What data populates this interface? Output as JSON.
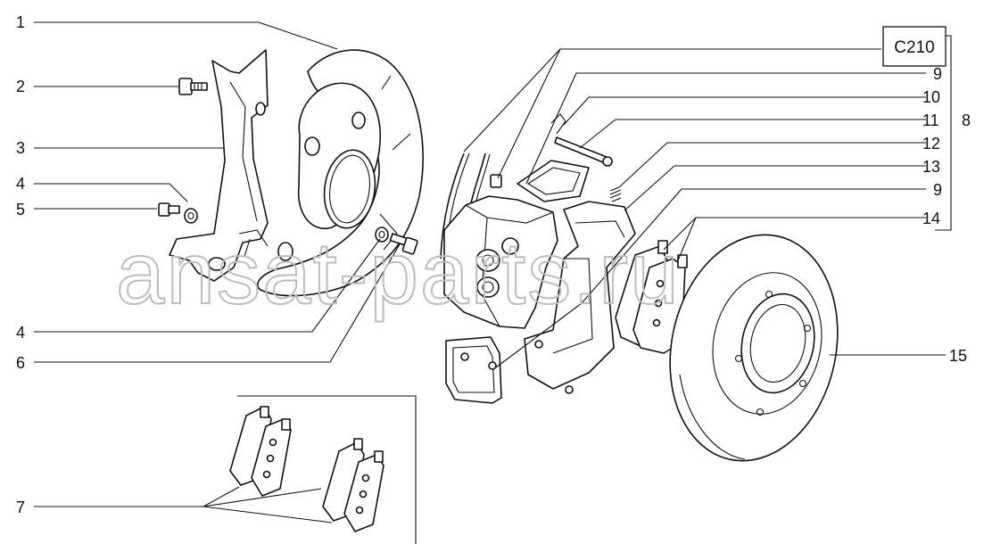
{
  "diagram": {
    "section_code": "C210",
    "watermark": "ansat-parts.ru",
    "callouts": {
      "c1": "1",
      "c2": "2",
      "c3": "3",
      "c4a": "4",
      "c5": "5",
      "c4b": "4",
      "c6": "6",
      "c7": "7",
      "c8": "8",
      "c9a": "9",
      "c10": "10",
      "c11": "11",
      "c12": "12",
      "c13": "13",
      "c9b": "9",
      "c14": "14",
      "c15": "15"
    }
  }
}
